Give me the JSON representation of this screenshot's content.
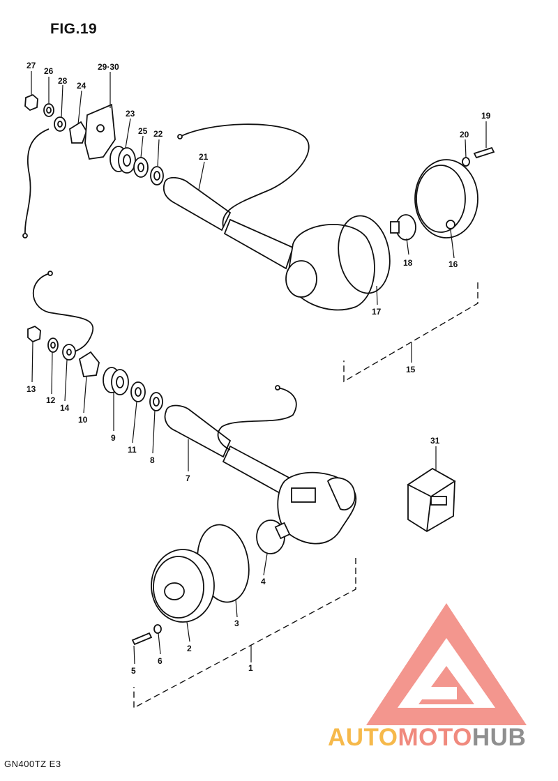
{
  "title": "FIG.19",
  "model": "GN400TZ E3",
  "watermark": {
    "part1": "AUTO",
    "part2": "MOTO",
    "part3": "HUB",
    "colors": {
      "part1": "#f6b94b",
      "part2": "#f08a7e",
      "part3": "#8f8f8f",
      "logo": "#f28b82"
    }
  },
  "part_labels": {
    "n1": "1",
    "n2": "2",
    "n3": "3",
    "n4": "4",
    "n5": "5",
    "n6": "6",
    "n7": "7",
    "n8": "8",
    "n9": "9",
    "n10": "10",
    "n11": "11",
    "n12": "12",
    "n13": "13",
    "n14": "14",
    "n15": "15",
    "n16": "16",
    "n17": "17",
    "n18": "18",
    "n19": "19",
    "n20": "20",
    "n21": "21",
    "n22": "22",
    "n23": "23",
    "n24": "24",
    "n25": "25",
    "n26": "26",
    "n27": "27",
    "n28": "28",
    "n29_30": "29·30",
    "n31": "31"
  }
}
